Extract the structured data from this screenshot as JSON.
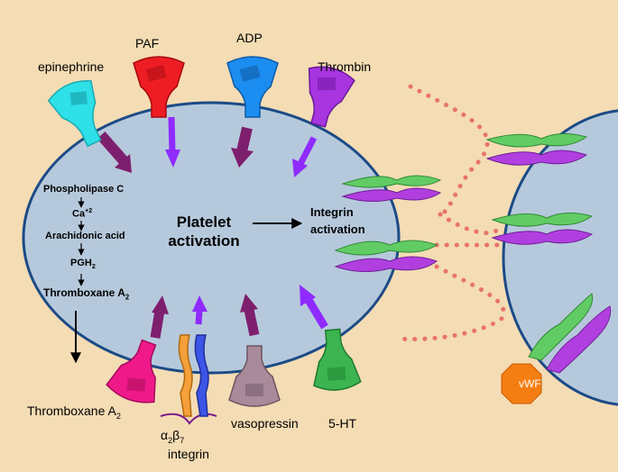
{
  "agonists": {
    "epinephrine": "epinephrine",
    "paf": "PAF",
    "adp": "ADP",
    "thrombin": "Thrombin",
    "vasopressin": "vasopressin",
    "serotonin": "5-HT"
  },
  "integrin_receptor": {
    "prefix": "α",
    "sub1": "2",
    "mid": "β",
    "sub2": "7",
    "suffix": "integrin"
  },
  "cascade": {
    "step1": "Phospholipase C",
    "step2_base": "Ca",
    "step2_sup": "+2",
    "step3": "Arachidonic acid",
    "step4_base": "PGH",
    "step4_sub": "2",
    "step5_base": "Thromboxane A",
    "step5_sub": "2"
  },
  "released": {
    "base": "Thromboxane A",
    "sub": "2"
  },
  "center": {
    "line1": "Platelet",
    "line2": "activation"
  },
  "integrin_activation": {
    "line1": "Integrin",
    "line2": "activation"
  },
  "vwf": "vWF",
  "colors": {
    "background": "#f4dcb4",
    "cell": "#b6c9dc",
    "cell_border": "#1c4b86",
    "arrow_dark": "#7e1f6e",
    "arrow_light": "#8f2bff",
    "integrin_green": "#58c45c",
    "integrin_purple": "#b13fe0",
    "dots": "#e8736a",
    "vwf": "#f57e12"
  }
}
